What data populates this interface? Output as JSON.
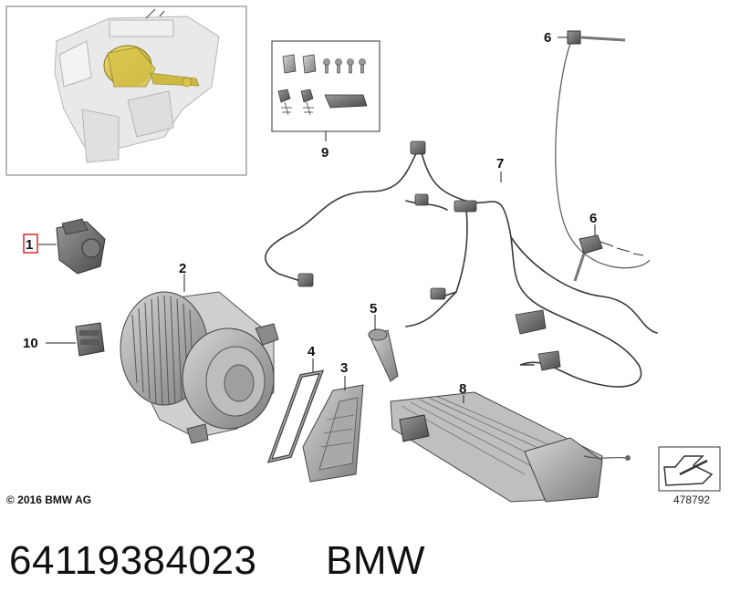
{
  "diagram": {
    "callouts": {
      "c1": "1",
      "c2": "2",
      "c3": "3",
      "c4": "4",
      "c5": "5",
      "c6a": "6",
      "c6b": "6",
      "c7": "7",
      "c8": "8",
      "c9": "9",
      "c10": "10"
    },
    "selected_callout": "1",
    "copyright": "© 2016 BMW AG",
    "image_number": "478792"
  },
  "footer": {
    "part_number": "64119384023",
    "brand": "BMW"
  },
  "colors": {
    "selected_highlight": "#d42a2a",
    "highlight_part": "#d8c44a",
    "part_gray": "#8e8e8e"
  }
}
